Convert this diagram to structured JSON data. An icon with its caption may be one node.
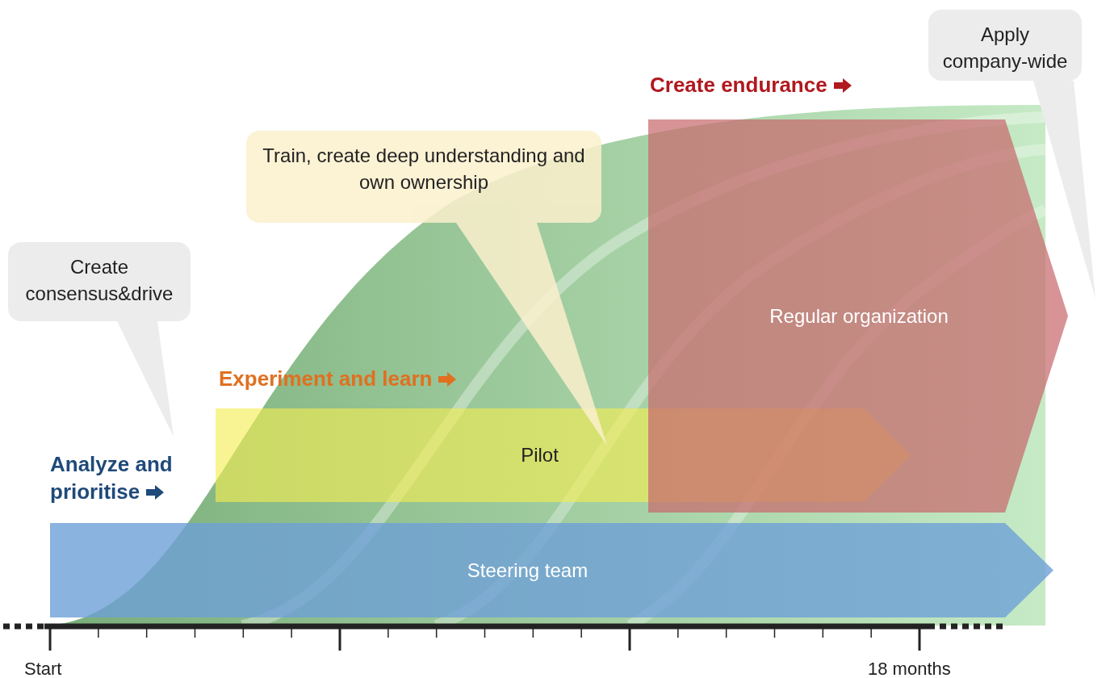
{
  "diagram": {
    "nodes": [
      {
        "text": [
          "Steering team"
        ]
      },
      {
        "text": [
          "Pilot"
        ]
      },
      {
        "text": [
          "Regular organization"
        ]
      },
      {
        "text": [
          "Create consensus&drive"
        ]
      },
      {
        "text": [
          "Train, create deep understanding and own ownership"
        ]
      },
      {
        "text": [
          "Apply company-wide"
        ]
      }
    ],
    "edges": [],
    "labels": [
      "Create endurance",
      "Experiment and learn",
      "Analyze and prioritise",
      "Start",
      "18 months"
    ]
  }
}
